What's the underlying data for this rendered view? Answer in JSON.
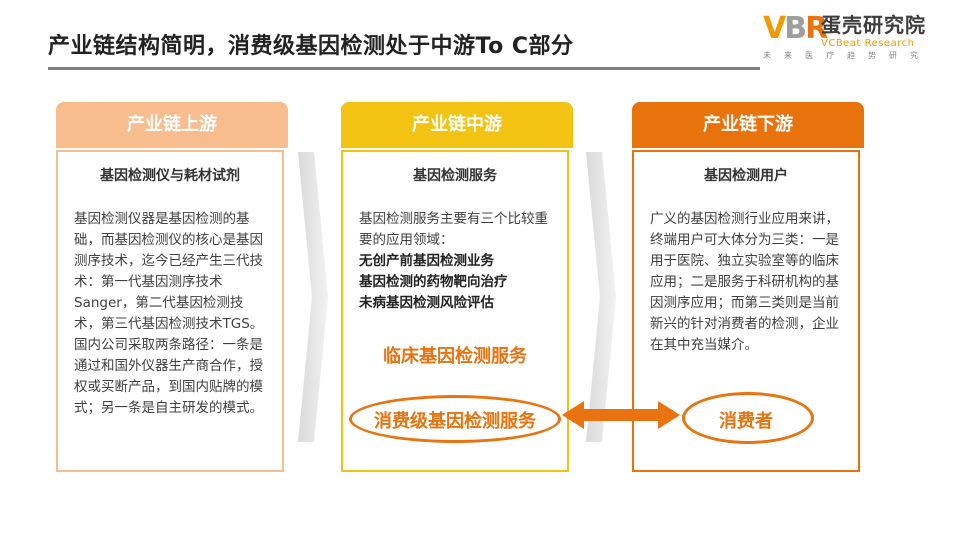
{
  "slide": {
    "title": "产业链结构简明，消费级基因检测处于中游To C部分"
  },
  "logo": {
    "mark_v": "V",
    "mark_b": "B",
    "mark_r": "R",
    "name_cn": "蛋壳研究院",
    "name_en": "VCBeat Research",
    "tagline": "未来医疗趋势研究"
  },
  "upstream": {
    "header": "产业链上游",
    "subtitle": "基因检测仪与耗材试剂",
    "body": "基因检测仪器是基因检测的基础，而基因检测仪的核心是基因测序技术，迄今已经产生三代技术：第一代基因测序技术Sanger，第二代基因检测技术，第三代基因检测技术TGS。国内公司采取两条路径：一条是通过和国外仪器生产商合作，授权或买断产品，到国内贴牌的模式；另一条是自主研发的模式。"
  },
  "midstream": {
    "header": "产业链中游",
    "subtitle": "基因检测服务",
    "intro": "基因检测服务主要有三个比较重要的应用领域：",
    "items": [
      "无创产前基因检测业务",
      "基因检测的药物靶向治疗",
      "未病基因检测风险评估"
    ],
    "clinical_label": "临床基因检测服务",
    "consumer_label": "消费级基因检测服务"
  },
  "downstream": {
    "header": "产业链下游",
    "subtitle": "基因检测用户",
    "body": "广义的基因检测行业应用来讲，终端用户可大体分为三类：一是用于医院、独立实验室等的临床应用；二是服务于科研机构的基因测序应用；而第三类则是当前新兴的针对消费者的检测，企业在其中充当媒介。",
    "consumer_label": "消费者"
  },
  "colors": {
    "upstream": "#f7bd8f",
    "midstream": "#f2c313",
    "downstream": "#e8720c",
    "accent": "#e8730f"
  }
}
